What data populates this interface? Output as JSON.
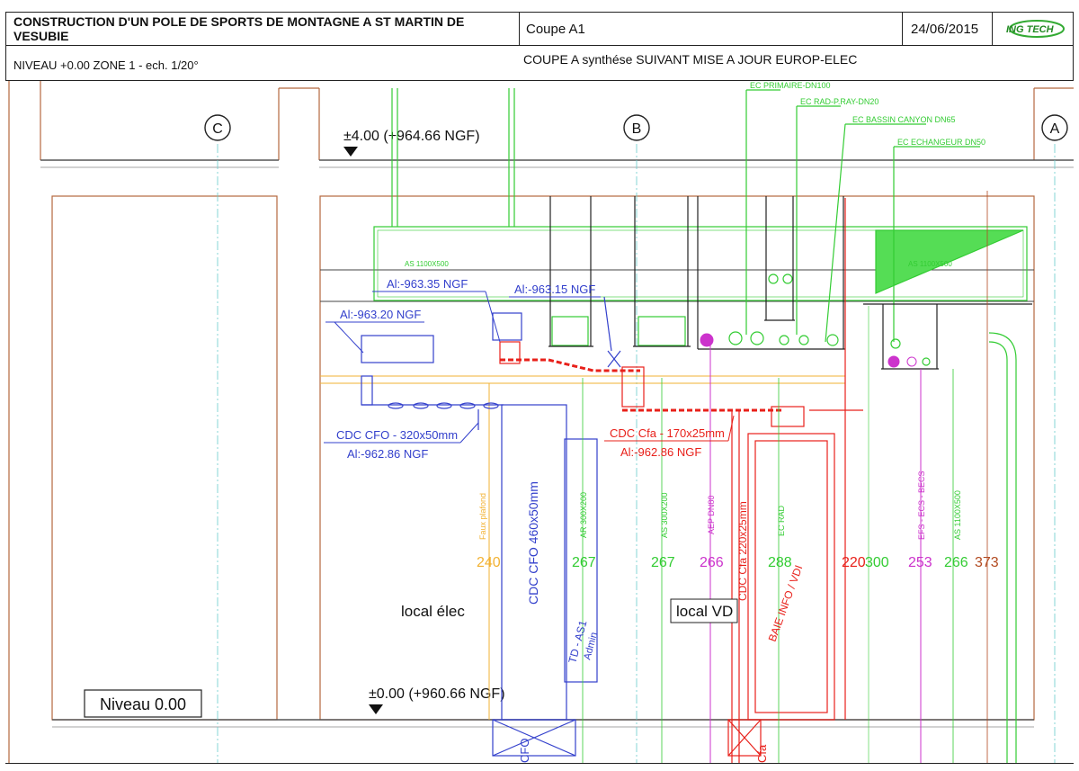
{
  "header": {
    "project": "CONSTRUCTION D'UN POLE DE SPORTS DE MONTAGNE A ST MARTIN DE VESUBIE",
    "sheet": "Coupe A1",
    "date": "24/06/2015",
    "logo_text": "ING TECH",
    "level": "NIVEAU +0.00  ZONE 1 - ech. 1/20°",
    "subtitle": "COUPE A synthése SUIVANT MISE A JOUR EUROP-ELEC"
  },
  "axes": {
    "c": "C",
    "b": "B",
    "a": "A"
  },
  "levels": {
    "top": "±4.00 (+964.66 NGF)",
    "bottom": "±0.00 (+960.66 NGF)",
    "niveau": "Niveau 0.00"
  },
  "callouts": {
    "ec_primaire": "EC PRIMAIRE-DN100",
    "ec_rad": "EC RAD-P.RAY-DN20",
    "ec_bassin": "EC BASSIN CANYON DN65",
    "ec_echangeur": "EC ECHANGEUR DN50"
  },
  "ducts": {
    "as_left": "AS 1100X500",
    "as_right": "AS 1100X500"
  },
  "annotations": {
    "al_963_35": "Al:-963.35 NGF",
    "al_963_15": "Al:-963.15 NGF",
    "al_963_20": "Al:-963.20 NGF",
    "cdc_cfo": "CDC CFO - 320x50mm",
    "al_962_86_cfo": "Al:-962.86 NGF",
    "cdc_cfa": "CDC Cfa - 170x25mm",
    "al_962_86_cfa": "Al:-962.86 NGF"
  },
  "vertical_labels": {
    "faux_plafond": "Faux plafond",
    "cdc_cfo_460": "CDC CFO 460x50mm",
    "ar_300_1": "AR 300X200",
    "td_as1": "TD - AS1",
    "admin": "Admin",
    "as_300": "AS 300X200",
    "aep": "AEP DN80",
    "cdc_cfa_220": "CDC Cfa 220x25mm",
    "baie": "BAIE INFO / VDI",
    "ec_rad": "EC RAD",
    "efs": "EFS - ECS - BECS",
    "as_1100": "AS 1100X500",
    "cfo_bottom": "CFO",
    "cfa_bottom": "Cfa"
  },
  "dimensions": {
    "d240": "240",
    "d267a": "267",
    "d267b": "267",
    "d266a": "266",
    "d288": "288",
    "d220": "220",
    "d300": "300",
    "d253": "253",
    "d266b": "266",
    "d373": "373"
  },
  "rooms": {
    "local_elec": "local élec",
    "local_vd": "local VD"
  },
  "colors": {
    "green": "#33cc33",
    "red": "#e8201a",
    "blue": "#3340cc",
    "magenta": "#cc33cc",
    "orange": "#f2b233",
    "brown": "#b24a20",
    "axis_cyan": "#66cccc",
    "structure": "#b5673e"
  }
}
